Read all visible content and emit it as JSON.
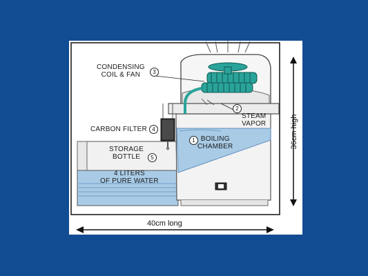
{
  "labels": {
    "condensing_line1": "CONDENSING",
    "condensing_line2": "COIL & FAN",
    "condensing_num": "3",
    "steam_num": "2",
    "steam_line1": "STEAM",
    "steam_line2": "VAPOR",
    "carbon": "CARBON FILTER",
    "carbon_num": "4",
    "boiling_num": "1",
    "boiling_line1": "BOILING",
    "boiling_line2": "CHAMBER",
    "storage_line1": "STORAGE",
    "storage_line2": "BOTTLE",
    "storage_num": "5",
    "water_line1": "4 LITERS",
    "water_line2": "OF PURE WATER"
  },
  "dimensions": {
    "height": "36cm high",
    "width": "40cm long"
  },
  "colors": {
    "background": "#124c93",
    "water": "#a9cbe6",
    "coil": "#2aa39a",
    "panel": "#ffffff"
  }
}
